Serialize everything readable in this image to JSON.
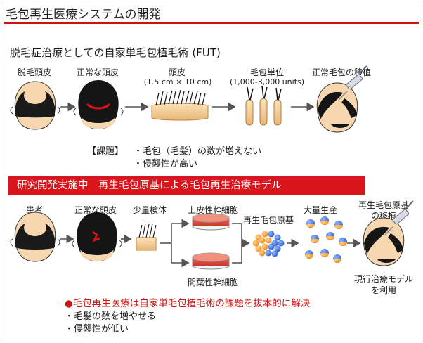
{
  "header": {
    "title": "毛包再生医療システムの開発"
  },
  "fut": {
    "heading": "脱毛症治療としての自家単毛包植毛術 (FUT)",
    "steps": [
      {
        "label": "脱毛頭皮"
      },
      {
        "label": "正常な頭皮"
      },
      {
        "label": "頭皮",
        "sub": "(1.5 cm × 10 cm)"
      },
      {
        "label": "毛包単位",
        "sub": "(1,000-3,000 units)"
      },
      {
        "label": "正常毛包の移植"
      }
    ],
    "issues_tag": "【課題】",
    "issues": [
      "・毛包（毛髪）の数が増えない",
      "・侵襲性が高い"
    ]
  },
  "regen": {
    "banner": "研究開発実施中　再生毛包原基による毛包再生治療モデル",
    "labels": {
      "patient": "患者",
      "normal_scalp": "正常な頭皮",
      "small_sample": "少量検体",
      "epithelial": "上皮性幹細胞",
      "mesenchymal": "間葉性幹細胞",
      "primordium": "再生毛包原基",
      "mass_production": "大量生産",
      "transplant_line1": "再生毛包原基",
      "transplant_line2": "の移植",
      "current_line1": "現行治療モデル",
      "current_line2": "を利用"
    },
    "conclusion": "●毛包再生医療は自家単毛包植毛術の課題を抜本的に解決",
    "benefits": [
      "・毛髪の数を増やせる",
      "・侵襲性が低い"
    ]
  },
  "colors": {
    "accent_red": "#d9151b",
    "title_rule": "#cc1111",
    "skin": "#f3cf9a",
    "hair": "#1a1a1a",
    "dish_red": "#e04a3a"
  }
}
